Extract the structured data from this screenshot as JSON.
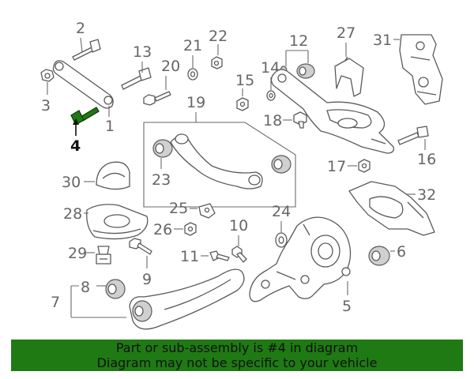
{
  "callouts": [
    "1",
    "2",
    "3",
    "4",
    "5",
    "6",
    "7",
    "8",
    "9",
    "10",
    "11",
    "12",
    "13",
    "14",
    "15",
    "16",
    "17",
    "18",
    "19",
    "20",
    "21",
    "22",
    "23",
    "24",
    "25",
    "26",
    "27",
    "28",
    "29",
    "30",
    "31",
    "32"
  ],
  "highlight": {
    "callout": "4",
    "color": "#1f7a14"
  },
  "banner": {
    "line1": "Part or sub-assembly is #4 in diagram",
    "line2": "Diagram may not be specific to your vehicle",
    "color": "#1f7a14"
  }
}
